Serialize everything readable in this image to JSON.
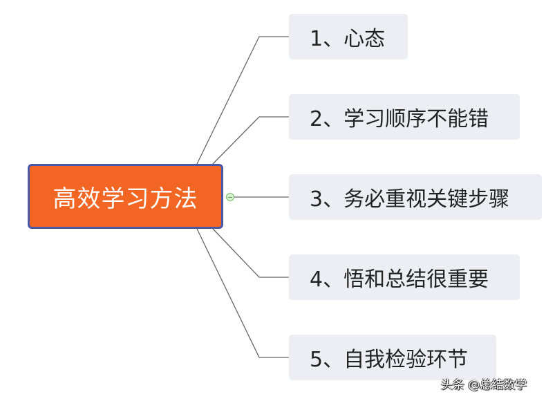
{
  "root": {
    "label": "高效学习方法",
    "color": "#f26522",
    "border": "#4a58a8"
  },
  "children": [
    {
      "label": "1、心态"
    },
    {
      "label": "2、学习顺序不能错"
    },
    {
      "label": "3、务必重视关键步骤"
    },
    {
      "label": "4、悟和总结很重要"
    },
    {
      "label": "5、自我检验环节"
    }
  ],
  "watermark": "头条 @总结数学"
}
